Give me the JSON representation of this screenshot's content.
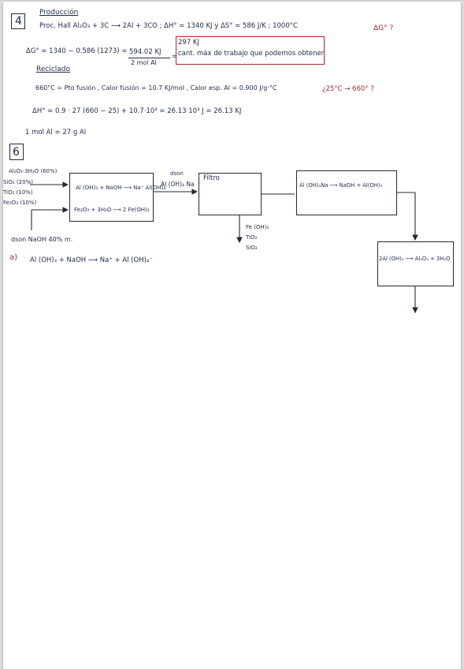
{
  "section4": {
    "number": "4",
    "heading": "Producción",
    "proc_line": "Proc. Hall   Al₂O₃ + 3C ⟶ 2Al + 3CO  ;   ΔH° = 1340 KJ  y  ΔS° = 586 J/K  ;  1000°C",
    "question": "ΔG° ?",
    "dg_calc": "ΔG° = 1340 − 0.586 (1273) =",
    "fraction_num": "594.02 KJ",
    "fraction_den": "2 mol Al",
    "box_top": "297 KJ",
    "box_text": "cant. máx de trabajo que podemos obtener",
    "reciclado_heading": "Reciclado",
    "fusion_line": "660°C = Pto fusión ,   Calor fusión = 10.7 KJ/mol  ,  Calor esp. Al = 0.900 J/g·°C",
    "fusion_question": "¿25°C → 660° ?",
    "dh_line": "ΔH° = 0.9 · 27 (660 − 25) + 10.7·10³ = 26.13·10³ J = 26.13 KJ",
    "mol_line": "1 mol Al = 27 g Al"
  },
  "section6": {
    "number": "6",
    "feed": [
      "Al₂O₃·3H₂O (60%)",
      "SiO₂ (20%)",
      "TiO₂ (10%)",
      "Fe₂O₃ (10%)"
    ],
    "reactor_line1": "Al (OH)₃ + NaOH ⟶ Na⁺ Al(OH)₄⁻",
    "reactor_line2": "Fe₂O₃ + 3H₂O ⟶ 2 Fe(OH)₃",
    "dson_top": "dson",
    "stream_label": "Al (OH)₄ Na",
    "filter_label": "Filtro",
    "box3_text": "Al (OH)₄Na ⟶ NaOH + Al(OH)₃",
    "box4_text": "2Al (OH)₃ ⟶ Al₂O₃ + 3H₂O",
    "waste": [
      "Fe (OH)₃",
      "TiO₂",
      "SiO₂"
    ],
    "dson_naoh": "dson  NaOH 40% m.",
    "part_a_label": "a)",
    "part_a_eq": "Al (OH)₃ + NaOH ⟶ Na⁺ + Al (OH)₄⁻"
  }
}
